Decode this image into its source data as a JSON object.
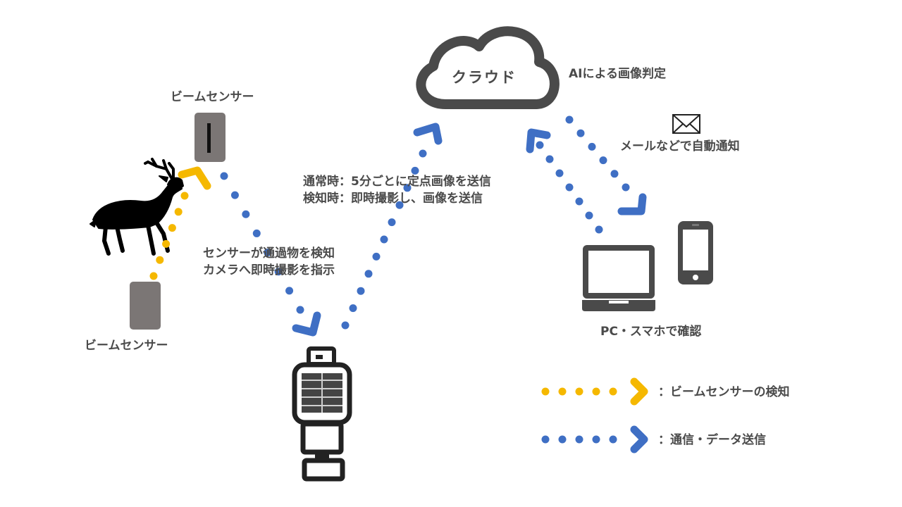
{
  "labels": {
    "cloud": "クラウド",
    "ai_judgement": "AIによる画像判定",
    "beam_sensor_top": "ビームセンサー",
    "beam_sensor_bottom": "ビームセンサー",
    "mail_notify": "メールなどで自動通知",
    "send_normal": "通常時：5分ごとに定点画像を送信",
    "send_detect": "検知時：即時撮影し、画像を送信",
    "sensor_detect": "センサーが通過物を検知",
    "camera_instruct": "カメラへ即時撮影を指示",
    "pc_phone": "PC・スマホで確認"
  },
  "legend": [
    {
      "label": "：ビームセンサーの検知",
      "color": "#f5b800"
    },
    {
      "label": "：通信・データ送信",
      "color": "#3f6fc4"
    }
  ],
  "colors": {
    "icon_dark": "#4a4a4a",
    "sensor_gray": "#7b7675",
    "beam_yellow": "#f5b800",
    "comm_blue": "#3f6fc4"
  },
  "icons": [
    "deer-icon",
    "cloud-icon",
    "envelope-icon",
    "laptop-icon",
    "smartphone-icon",
    "camera-trap-icon",
    "beam-sensor-icon"
  ]
}
